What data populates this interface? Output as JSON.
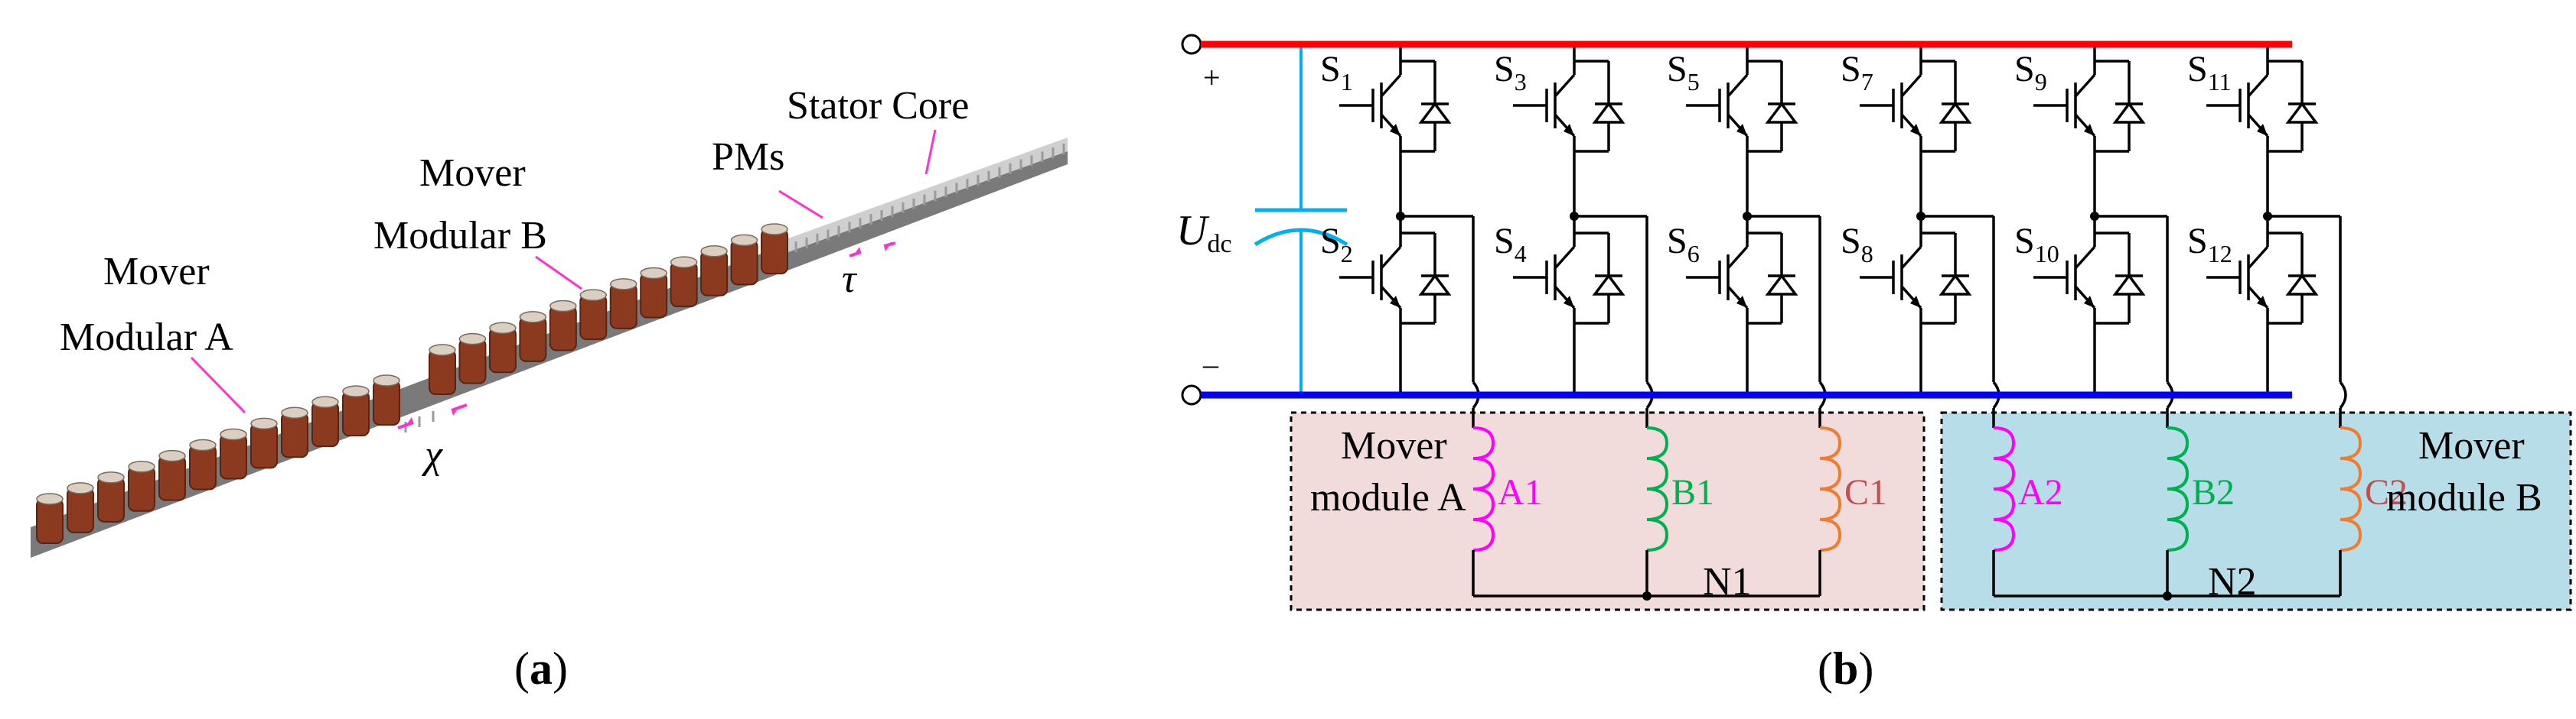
{
  "panel_a": {
    "caption_open": "(",
    "caption_letter": "a",
    "caption_close": ")",
    "labels": {
      "mover_a_line1": "Mover",
      "mover_a_line2": "Modular A",
      "mover_b_line1": "Mover",
      "mover_b_line2": "Modular B",
      "pms": "PMs",
      "stator_core": "Stator Core",
      "chi": "χ",
      "tau": "τ"
    },
    "colors": {
      "coil": "#8b3a1f",
      "coil_top": "#d9cfc2",
      "rail": "#6e6e6e",
      "stator": "#c8c8c8",
      "annotation": "#ff33cc"
    }
  },
  "panel_b": {
    "caption_open": "(",
    "caption_letter": "b",
    "caption_close": ")",
    "plus": "+",
    "minus": "–",
    "udc_main": "U",
    "udc_sub": "dc",
    "switches": [
      {
        "main": "S",
        "sub": "1"
      },
      {
        "main": "S",
        "sub": "3"
      },
      {
        "main": "S",
        "sub": "5"
      },
      {
        "main": "S",
        "sub": "7"
      },
      {
        "main": "S",
        "sub": "9"
      },
      {
        "main": "S",
        "sub": "11"
      },
      {
        "main": "S",
        "sub": "2"
      },
      {
        "main": "S",
        "sub": "4"
      },
      {
        "main": "S",
        "sub": "6"
      },
      {
        "main": "S",
        "sub": "8"
      },
      {
        "main": "S",
        "sub": "10"
      },
      {
        "main": "S",
        "sub": "12"
      }
    ],
    "module_a": {
      "line1": "Mover",
      "line2": "module A",
      "neutral": "N1"
    },
    "module_b": {
      "line1": "Mover",
      "line2": "module B",
      "neutral": "N2"
    },
    "coils": [
      {
        "label": "A1",
        "color": "#ff00ff"
      },
      {
        "label": "B1",
        "color": "#00b050"
      },
      {
        "label": "C1",
        "color": "#c0504d"
      },
      {
        "label": "A2",
        "color": "#ff00ff"
      },
      {
        "label": "B2",
        "color": "#00b050"
      },
      {
        "label": "C2",
        "color": "#c0504d"
      }
    ],
    "colors": {
      "positive_bus": "#ff0000",
      "negative_bus": "#0000ff",
      "capacitor": "#00b0f0",
      "module_a_fill": "#f2dcdb",
      "module_b_fill": "#b7dee8",
      "coil_c": "#ed7d31"
    }
  }
}
